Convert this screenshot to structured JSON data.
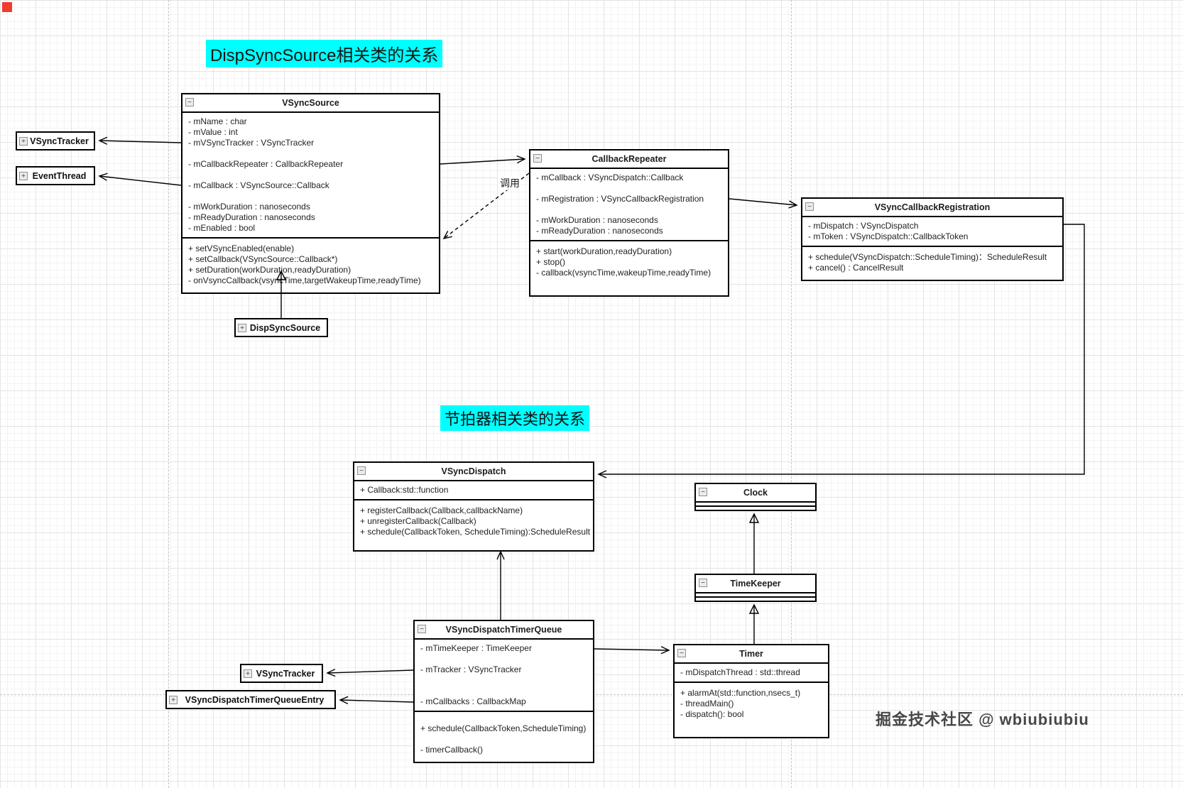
{
  "sections": {
    "title1": "DispSyncSource相关类的关系",
    "title2": "节拍器相关类的关系"
  },
  "labels": {
    "call": "调用"
  },
  "icons": {
    "collapse": "−",
    "expand": "+"
  },
  "watermark": "掘金技术社区 @ wbiubiubiu",
  "colors": {
    "highlight": "#00ffff",
    "stroke": "#000000",
    "grid_minor": "#f3f3f3",
    "grid_major": "#e4e4e4",
    "guide": "#c3c3c3",
    "watermark": "#474747",
    "corner_marker": "#f03b2d"
  },
  "classes": {
    "vsync_source": {
      "title": "VSyncSource",
      "attrs": [
        "- mName : char",
        "- mValue : int",
        "- mVSyncTracker : VSyncTracker",
        "",
        "- mCallbackRepeater : CallbackRepeater",
        "",
        "- mCallback : VSyncSource::Callback",
        "",
        "- mWorkDuration : nanoseconds",
        "- mReadyDuration : nanoseconds",
        "- mEnabled : bool"
      ],
      "methods": [
        "+ setVSyncEnabled(enable)",
        "+ setCallback(VSyncSource::Callback*)",
        "+ setDuration(workDuration,readyDuration)",
        "- onVsyncCallback(vsyncTime,targetWakeupTime,readyTime)"
      ]
    },
    "callback_repeater": {
      "title": "CallbackRepeater",
      "attrs": [
        "- mCallback : VSyncDispatch::Callback",
        "",
        "- mRegistration : VSyncCallbackRegistration",
        "",
        "- mWorkDuration : nanoseconds",
        "- mReadyDuration : nanoseconds"
      ],
      "methods": [
        "+ start(workDuration,readyDuration)",
        "+ stop()",
        "- callback(vsyncTime,wakeupTime,readyTime)",
        ""
      ]
    },
    "vsync_callback_registration": {
      "title": "VSyncCallbackRegistration",
      "attrs": [
        "- mDispatch : VSyncDispatch",
        "- mToken : VSyncDispatch::CallbackToken"
      ],
      "methods": [
        "+ schedule(VSyncDispatch::ScheduleTiming)：ScheduleResult",
        "+ cancel() : CancelResult"
      ]
    },
    "vsync_dispatch": {
      "title": "VSyncDispatch",
      "attrs": [
        "+ Callback:std::function"
      ],
      "methods": [
        "+ registerCallback(Callback,callbackName)",
        "+ unregisterCallback(Callback)",
        "+ schedule(CallbackToken, ScheduleTiming):ScheduleResult"
      ]
    },
    "clock": {
      "title": "Clock"
    },
    "time_keeper": {
      "title": "TimeKeeper"
    },
    "vsync_dispatch_timer_queue": {
      "title": "VSyncDispatchTimerQueue",
      "attrs": [
        "- mTimeKeeper : TimeKeeper",
        "",
        "- mTracker : VSyncTracker",
        "",
        "",
        "- mCallbacks : CallbackMap"
      ],
      "methods": [
        "+ schedule(CallbackToken,ScheduleTiming)",
        "",
        "- timerCallback()"
      ]
    },
    "timer": {
      "title": "Timer",
      "attrs": [
        "-  mDispatchThread : std::thread"
      ],
      "methods": [
        "+ alarmAt(std::function,nsecs_t)",
        "- threadMain()",
        "- dispatch(): bool",
        ""
      ]
    }
  },
  "boxes": {
    "vsync_tracker_top": "VSyncTracker",
    "event_thread": "EventThread",
    "disp_sync_source": "DispSyncSource",
    "vsync_tracker_bottom": "VSyncTracker",
    "vsync_dispatch_timer_queue_entry": "VSyncDispatchTimerQueueEntry"
  }
}
